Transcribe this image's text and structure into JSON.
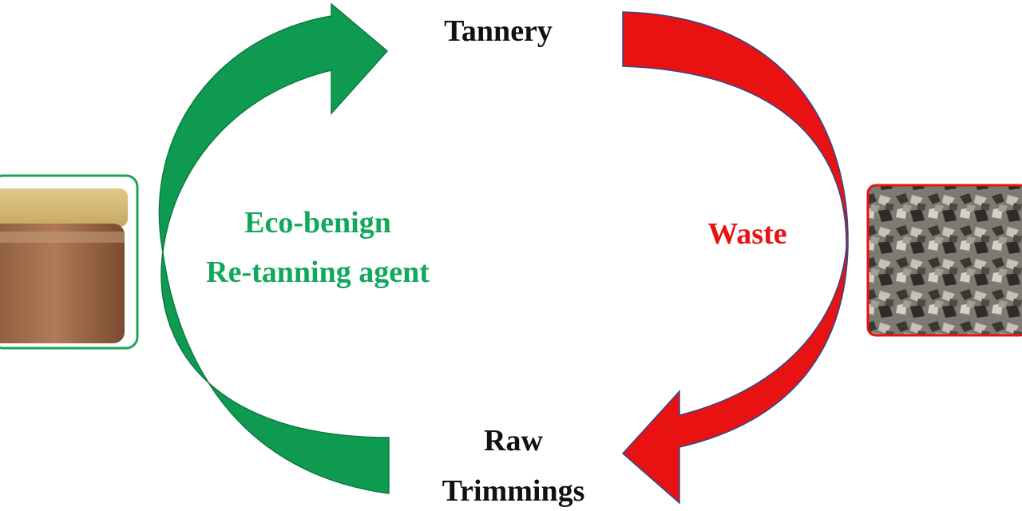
{
  "nodes": {
    "top": "Tannery",
    "bottom_line1": "Raw",
    "bottom_line2": "Trimmings"
  },
  "left_arrow": {
    "label_line1": "Eco-benign",
    "label_line2": "Re-tanning agent",
    "color": "#0f9a52",
    "text_color": "#10a85a",
    "image": "jar-of-brown-powder"
  },
  "right_arrow": {
    "label": "Waste",
    "color": "#e81212",
    "text_color": "#e81212",
    "image": "leather-waste-pile"
  }
}
